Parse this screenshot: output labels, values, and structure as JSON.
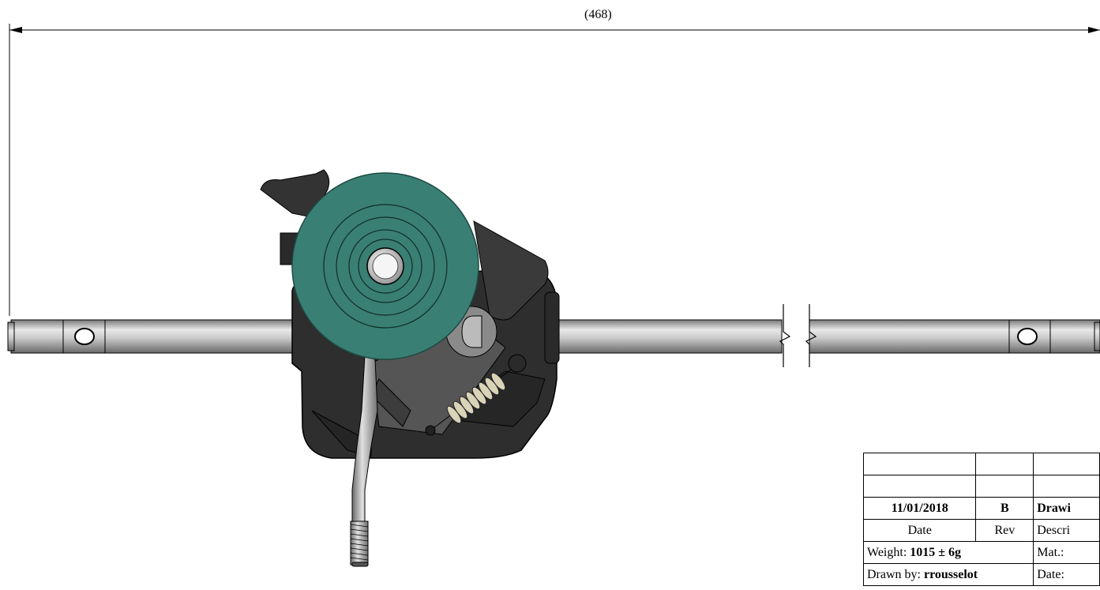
{
  "dimension": {
    "overall_length_label": "(468)"
  },
  "title_block": {
    "date_value": "11/01/2018",
    "rev_value": "B",
    "description_value": "Drawi",
    "date_header": "Date",
    "rev_header": "Rev",
    "description_header": "Descri",
    "weight_label": "Weight: ",
    "weight_value": "1015 ± 6g",
    "material_label": "Mat.:",
    "drawn_by_label": "Drawn by: ",
    "drawn_by_value": "rrousselot",
    "date_label": "Date:"
  },
  "colors": {
    "pulley": "#3a7f74",
    "pulley_edge": "#1e4a43",
    "housing": "#2b2b2b",
    "shaft": "#b8b8b8",
    "spring": "#d9d3b8"
  }
}
